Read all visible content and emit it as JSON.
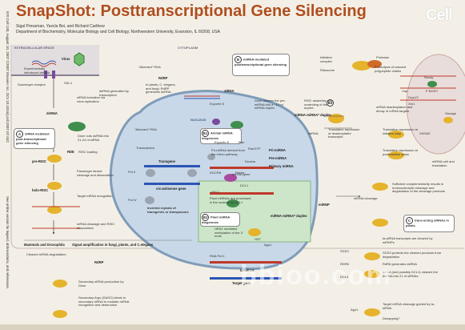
{
  "title": "SnapShot: Posttranscriptional Gene Silencing",
  "authors": "Sigal Pressman, Yaxcla Bei, and Richard Carthew",
  "affiliation": "Department of Biochemistry, Molecular Biology and Cell Biology, Northwestern University, Evanston, IL 60208, USA",
  "journal_logo": "Cell",
  "side_citation": "570 Cell 130, August 10, 2007 ©2007 Elsevier Inc. DOI 10.1016/j.cell.2007.07.042",
  "side_note": "See online version for legend, abbreviations, and references.",
  "watermark": "bbioo.com",
  "regions": {
    "extracellular": "EXTRACELLULAR SPACE",
    "cytoplasm": "CYTOPLASM",
    "nucleus": "NUCLEUS",
    "pbody": "P BODY"
  },
  "sections": {
    "a": {
      "num": "A",
      "label": "siRNA mediated post-transcriptional gene silencing"
    },
    "b": {
      "num": "B",
      "label": "miRNA-mediated posttranscriptional gene silencing"
    },
    "b1": {
      "num": "B1",
      "label": "Animal miRNA biogenesis"
    },
    "b2": {
      "num": "B2",
      "label": "Plant miRNA biogenesis"
    },
    "b3": {
      "num": "B3",
      "label": ""
    },
    "c": {
      "num": "C",
      "label": "trans-acting siRNAs in plants"
    }
  },
  "left_labels": [
    "Virus",
    "Experimentally introduced dsRNA",
    "Scavenger receptor",
    "dsRNA",
    "SID-1",
    "Dicer cuts dsRNA into 21-24 nt siRNA",
    "RDE",
    "RISC loading",
    "pre-RISC",
    "Passenger strand cleavage and dissociation",
    "holo-RISC",
    "Target mRNA recognition",
    "mRNA cleavage and RISC dissociation",
    "siRNA formation via virus replication"
  ],
  "amplification": {
    "heading": "Mammals and Drosophila",
    "heading2": "Signal amplification in fungi, plants, and C.elegans",
    "items": [
      "Cleaved mRNA degradation",
      "RdRP",
      "Secondary siRNA production by Dicer",
      "Secondary Argo (SAGO) binds to secondary siRNA to mediate mRNA recognition and destruction"
    ]
  },
  "top_middle": [
    "\"Aberrant\" RNA",
    "RdRP",
    "In plants, C. elegans, and fungi, RdRP generates dsRNA",
    "dsRNA generated by transcription",
    "Exportin 5",
    "siRNA"
  ],
  "nucleus_labels": [
    "\"Aberrant\" RNA",
    "Transcription",
    "Transgene",
    "cis-antisense gene",
    "Pol II",
    "Pol IV",
    "Inverted repeats of transgenes or transposons",
    "Exportin 5",
    "Ran",
    "RanGTP",
    "Pri-miRNA",
    "Pri-miRNA derived from the intron pathway",
    "Drosha",
    "Pasha",
    "DGCR8",
    "Pre-miRNA",
    "Primary miRNA",
    "miRNA gene",
    "DCL1",
    "HYL1",
    "Plant miRNAs are processed in the nucleus by DCL1",
    "miRNA-miRNA* duplex",
    "HEN1 mediated methylation of the 3' ends",
    "HST",
    "Ago1",
    "RNA Pol II",
    "ta-siRNA",
    "Target gene"
  ],
  "right_labels": [
    "Dicer cleaves the pre-miRNA into a ~21 nt miRNA duplex",
    "RISC assembly and unwinding of the duplex",
    "miRNA-miRNA* duplex",
    "Initiation complex",
    "Ribosome",
    "Protease",
    "Proteolysis of nascent polypeptide chains",
    "Translation repression of deadenylated transcripts",
    "Translation repression at initiation step",
    "Translation repression at postinitiation steps",
    "mRNA deadenylation and decay of mRNA targets",
    "Sufficient complementarity results in endonucleolytic cleavage and degradation of the cleavage products",
    "miRNA cleavage",
    "miRNA",
    "miRNP",
    "Decay",
    "Storage",
    "Cap",
    "GW182",
    "Dcp1/2",
    "Xrn1",
    "miRNA-cell and translation",
    "ta-siRNA transcripts are cleaved by miRNPs",
    "SGS3 protects the cleaved products from degradation",
    "RdR6 generates dsRNA",
    "DCL4 (and possibly DCL1) cleaves the dsRNA into 21 nt siRNAs",
    "Target mRNA cleavage guided by ta-siRNA",
    "Decapping?",
    "SGS3",
    "RDR6",
    "DCL4",
    "Ago1"
  ],
  "colors": {
    "title": "#b04e1e",
    "nucleus_fill": "#c9d8e8",
    "nucleus_stroke": "#7f9cb9",
    "plant_box": "#cde6c9",
    "argonaute": "#e5b32c",
    "dicer": "#3f8e4c",
    "protein_purple": "#7a4a9e",
    "mrna_red": "#c0392b",
    "mrna_blue": "#2b55b5",
    "pbody_fill": "#e9dddb"
  }
}
